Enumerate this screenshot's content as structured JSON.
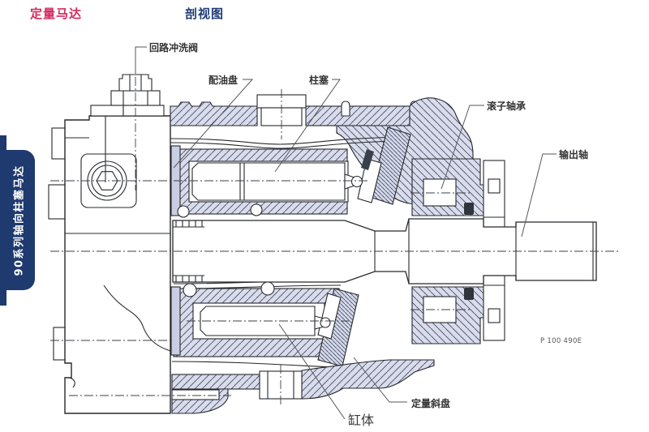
{
  "header": {
    "product_type": "定量马达",
    "view_type": "剖视图"
  },
  "sidebar": {
    "series_label": "90系列轴向柱塞马达"
  },
  "diagram": {
    "ref_code": "P 100 490E",
    "callouts": [
      {
        "key": "flushing-valve",
        "label": "回路冲洗阀"
      },
      {
        "key": "valve-plate",
        "label": "配油盘"
      },
      {
        "key": "piston",
        "label": "柱塞"
      },
      {
        "key": "roller-bearing",
        "label": "滚子轴承"
      },
      {
        "key": "output-shaft",
        "label": "输出轴"
      },
      {
        "key": "fixed-swashplate",
        "label": "定量斜盘"
      },
      {
        "key": "cylinder-block",
        "label": "缸体"
      }
    ]
  },
  "colors": {
    "accent_red": "#d4295c",
    "accent_blue": "#1d3b76",
    "sidebar_navy": "#1e3a6e",
    "label_gray": "#333333",
    "housing_fill": "#d9dcec",
    "line_color": "#26282c"
  }
}
